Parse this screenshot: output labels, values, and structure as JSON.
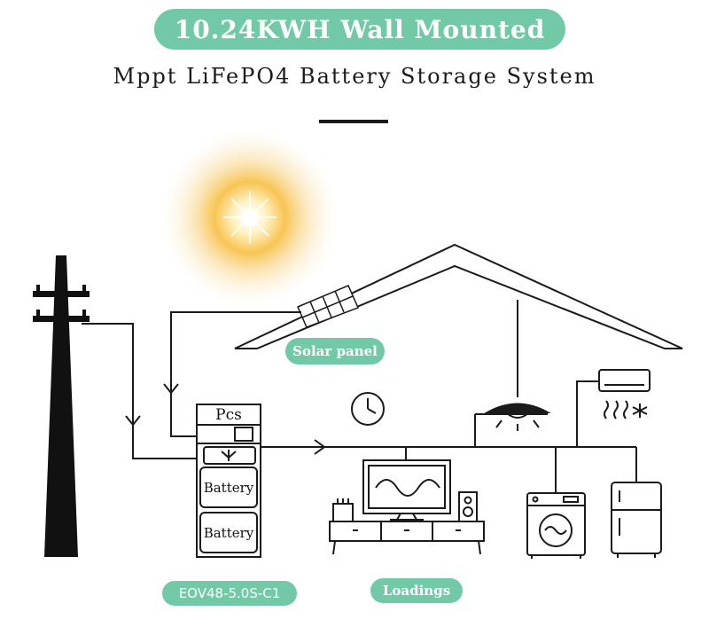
{
  "title": "10.24KWH Wall Mounted",
  "subtitle": "Mppt LiFePO4 Battery Storage System",
  "labels": {
    "solar_panel": "Solar panel",
    "model": "EOV48-5.0S-C1",
    "loadings": "Loadings"
  },
  "battery_stack": {
    "pcs_label": "Pcs",
    "modules": [
      "Battery",
      "Battery"
    ]
  },
  "colors": {
    "accent": "#72c9a8",
    "line": "#1a1a1a",
    "sun": "#f6b531"
  }
}
